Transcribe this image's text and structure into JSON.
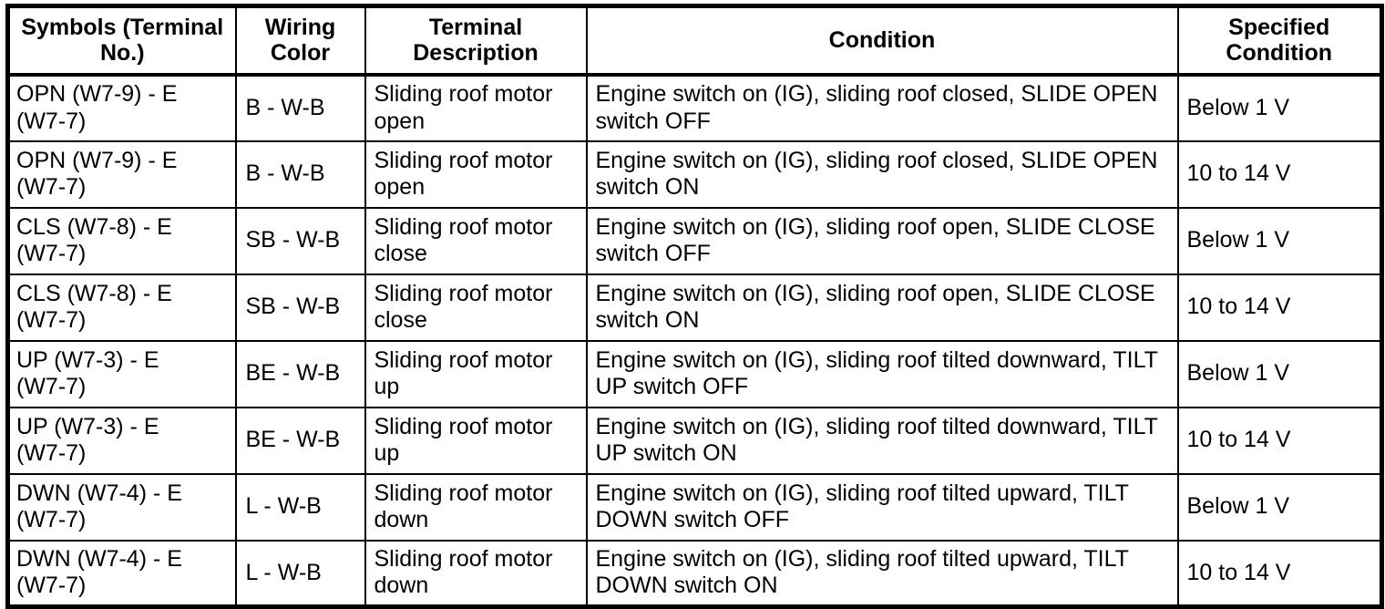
{
  "table": {
    "columns": [
      {
        "key": "symbols",
        "label": "Symbols (Terminal\nNo.)"
      },
      {
        "key": "wiring",
        "label": "Wiring\nColor"
      },
      {
        "key": "terminal",
        "label": "Terminal\nDescription"
      },
      {
        "key": "condition",
        "label": "Condition"
      },
      {
        "key": "specified",
        "label": "Specified\nCondition"
      }
    ],
    "rows": [
      {
        "symbols": "OPN (W7-9) - E\n(W7-7)",
        "wiring": "B - W-B",
        "terminal": "Sliding roof motor\nopen",
        "condition": "Engine switch on (IG), sliding roof closed, SLIDE OPEN\nswitch OFF",
        "specified": "Below 1 V"
      },
      {
        "symbols": "OPN (W7-9) - E\n(W7-7)",
        "wiring": "B - W-B",
        "terminal": "Sliding roof motor\nopen",
        "condition": "Engine switch on (IG), sliding roof closed, SLIDE OPEN\nswitch ON",
        "specified": "10 to 14 V"
      },
      {
        "symbols": "CLS (W7-8) - E\n(W7-7)",
        "wiring": "SB - W-B",
        "terminal": "Sliding roof motor\nclose",
        "condition": "Engine switch on (IG), sliding roof open, SLIDE CLOSE\nswitch OFF",
        "specified": "Below 1 V"
      },
      {
        "symbols": "CLS (W7-8) - E\n(W7-7)",
        "wiring": "SB - W-B",
        "terminal": "Sliding roof motor\nclose",
        "condition": "Engine switch on (IG), sliding roof open, SLIDE CLOSE\nswitch ON",
        "specified": "10 to 14 V"
      },
      {
        "symbols": "UP (W7-3) - E\n(W7-7)",
        "wiring": "BE - W-B",
        "terminal": "Sliding roof motor up",
        "condition": "Engine switch on (IG), sliding roof tilted downward, TILT\nUP switch OFF",
        "specified": "Below 1 V"
      },
      {
        "symbols": "UP (W7-3) - E\n(W7-7)",
        "wiring": "BE - W-B",
        "terminal": "Sliding roof motor up",
        "condition": "Engine switch on (IG), sliding roof tilted downward, TILT\nUP switch ON",
        "specified": "10 to 14 V"
      },
      {
        "symbols": "DWN (W7-4) - E\n(W7-7)",
        "wiring": "L - W-B",
        "terminal": "Sliding roof motor\ndown",
        "condition": "Engine switch on (IG), sliding roof tilted upward, TILT\nDOWN switch OFF",
        "specified": "Below 1 V"
      },
      {
        "symbols": "DWN (W7-4) - E\n(W7-7)",
        "wiring": "L - W-B",
        "terminal": "Sliding roof motor\ndown",
        "condition": "Engine switch on (IG), sliding roof tilted upward, TILT\nDOWN switch ON",
        "specified": "10 to 14 V"
      }
    ]
  },
  "colors": {
    "border": "#000000",
    "text": "#000000",
    "background": "#ffffff"
  }
}
